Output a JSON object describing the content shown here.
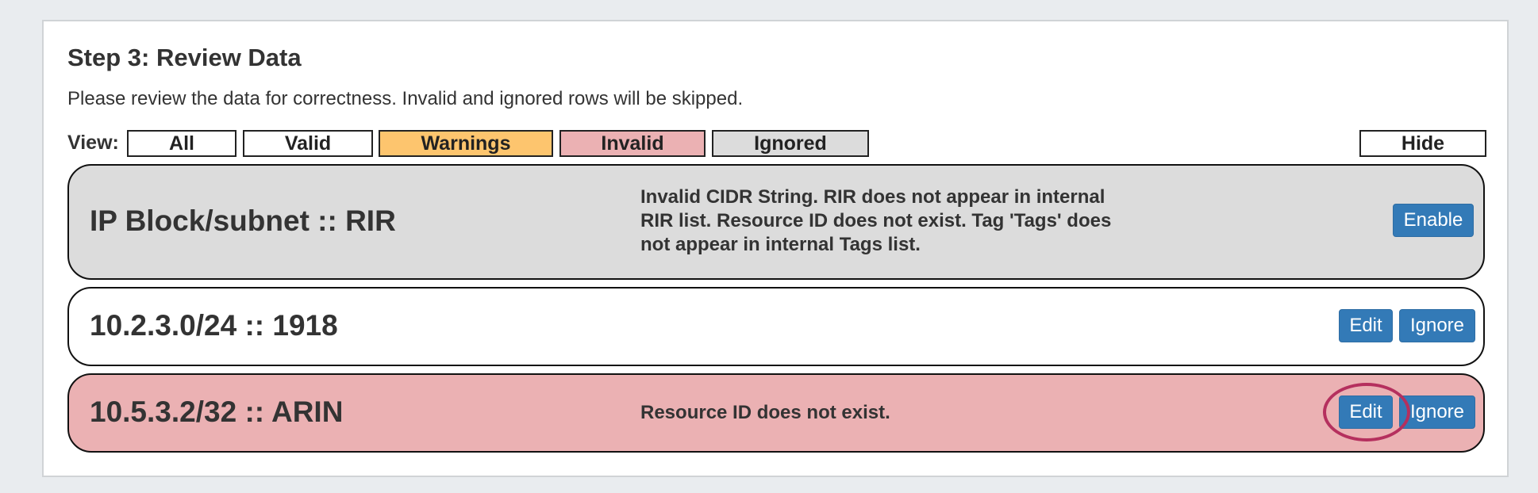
{
  "header": {
    "title": "Step 3: Review Data",
    "subtitle": "Please review the data for correctness. Invalid and ignored rows will be skipped."
  },
  "view_filter": {
    "label": "View:",
    "options": [
      "All",
      "Valid",
      "Warnings",
      "Invalid",
      "Ignored"
    ],
    "hide_label": "Hide"
  },
  "rows": [
    {
      "name": "IP Block/subnet :: RIR",
      "status": "ignored",
      "message_lines": [
        "Invalid CIDR String. RIR does not appear in internal",
        "RIR list. Resource ID does not exist. Tag 'Tags' does",
        "not appear in internal Tags list."
      ],
      "buttons": [
        "Enable"
      ]
    },
    {
      "name": "10.2.3.0/24 :: 1918",
      "status": "valid",
      "message_lines": [],
      "buttons": [
        "Edit",
        "Ignore"
      ]
    },
    {
      "name": "10.5.3.2/32 :: ARIN",
      "status": "invalid",
      "message_lines": [
        "Resource ID does not exist."
      ],
      "buttons": [
        "Edit",
        "Ignore"
      ]
    }
  ],
  "colors": {
    "warnings": "#fdc56e",
    "invalid": "#ebb1b3",
    "ignored": "#dcdcdc",
    "valid": "#ffffff",
    "button": "#337ab7",
    "highlight": "#b5305e"
  }
}
